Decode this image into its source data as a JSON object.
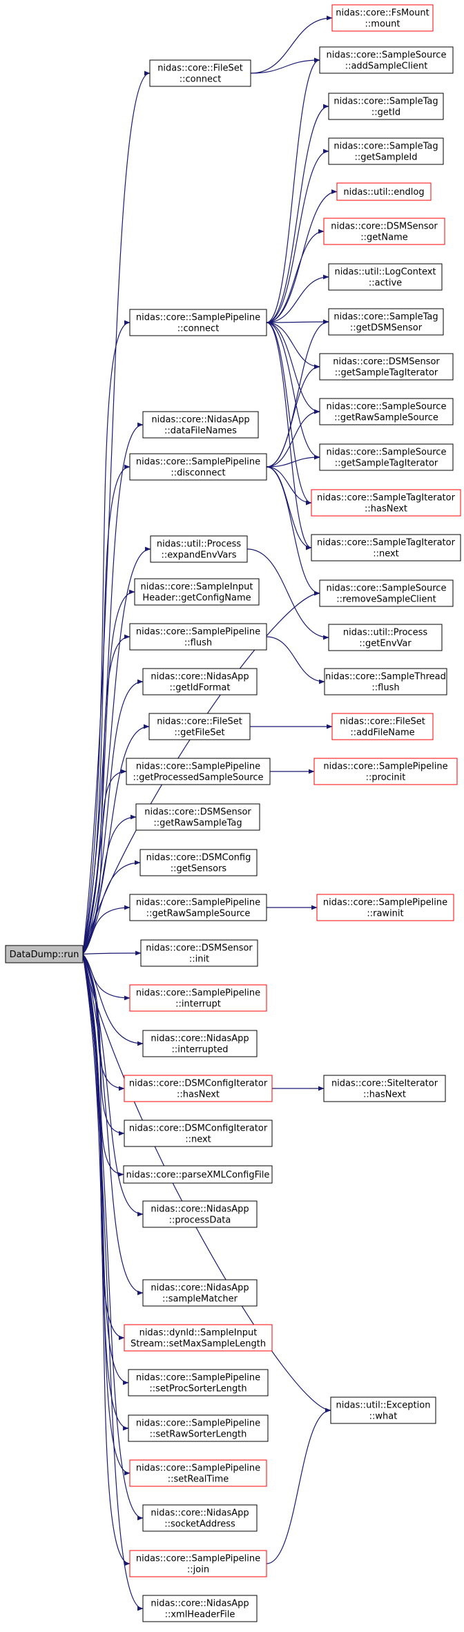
{
  "colors": {
    "edge": "#191970",
    "box_normal": "#000000",
    "box_red": "#ff0000",
    "root_fill": "#bfbfbf"
  },
  "nodes": [
    {
      "id": "root",
      "lines": [
        "DataDump::run"
      ],
      "style": "root"
    },
    {
      "id": "fileset_connect",
      "lines": [
        "nidas::core::FileSet",
        "::connect"
      ],
      "style": "normal"
    },
    {
      "id": "fsmount_mount",
      "lines": [
        "nidas::core::FsMount",
        "::mount"
      ],
      "style": "red"
    },
    {
      "id": "ss_addSampleClient",
      "lines": [
        "nidas::core::SampleSource",
        "::addSampleClient"
      ],
      "style": "normal"
    },
    {
      "id": "st_getId",
      "lines": [
        "nidas::core::SampleTag",
        "::getId"
      ],
      "style": "normal"
    },
    {
      "id": "st_getSampleId",
      "lines": [
        "nidas::core::SampleTag",
        "::getSampleId"
      ],
      "style": "normal"
    },
    {
      "id": "util_endlog",
      "lines": [
        "nidas::util::endlog"
      ],
      "style": "red"
    },
    {
      "id": "dsm_getName",
      "lines": [
        "nidas::core::DSMSensor",
        "::getName"
      ],
      "style": "red"
    },
    {
      "id": "logctx_active",
      "lines": [
        "nidas::util::LogContext",
        "::active"
      ],
      "style": "normal"
    },
    {
      "id": "sp_connect",
      "lines": [
        "nidas::core::SamplePipeline",
        "::connect"
      ],
      "style": "normal"
    },
    {
      "id": "st_getDSMSensor",
      "lines": [
        "nidas::core::SampleTag",
        "::getDSMSensor"
      ],
      "style": "normal"
    },
    {
      "id": "dsm_getSampleTagIterator",
      "lines": [
        "nidas::core::DSMSensor",
        "::getSampleTagIterator"
      ],
      "style": "normal"
    },
    {
      "id": "ss_getRawSampleSource",
      "lines": [
        "nidas::core::SampleSource",
        "::getRawSampleSource"
      ],
      "style": "normal"
    },
    {
      "id": "na_dataFileNames",
      "lines": [
        "nidas::core::NidasApp",
        "::dataFileNames"
      ],
      "style": "normal"
    },
    {
      "id": "ss_getSampleTagIterator",
      "lines": [
        "nidas::core::SampleSource",
        "::getSampleTagIterator"
      ],
      "style": "normal"
    },
    {
      "id": "sp_disconnect",
      "lines": [
        "nidas::core::SamplePipeline",
        "::disconnect"
      ],
      "style": "normal"
    },
    {
      "id": "sti_hasNext",
      "lines": [
        "nidas::core::SampleTagIterator",
        "::hasNext"
      ],
      "style": "red"
    },
    {
      "id": "sti_next",
      "lines": [
        "nidas::core::SampleTagIterator",
        "::next"
      ],
      "style": "normal"
    },
    {
      "id": "proc_expandEnvVars",
      "lines": [
        "nidas::util::Process",
        "::expandEnvVars"
      ],
      "style": "normal"
    },
    {
      "id": "ss_removeSampleClient",
      "lines": [
        "nidas::core::SampleSource",
        "::removeSampleClient"
      ],
      "style": "normal"
    },
    {
      "id": "sih_getConfigName",
      "lines": [
        "nidas::core::SampleInput",
        "Header::getConfigName"
      ],
      "style": "normal"
    },
    {
      "id": "proc_getEnvVar",
      "lines": [
        "nidas::util::Process",
        "::getEnvVar"
      ],
      "style": "normal"
    },
    {
      "id": "sp_flush",
      "lines": [
        "nidas::core::SamplePipeline",
        "::flush"
      ],
      "style": "normal"
    },
    {
      "id": "na_getIdFormat",
      "lines": [
        "nidas::core::NidasApp",
        "::getIdFormat"
      ],
      "style": "normal"
    },
    {
      "id": "sthread_flush",
      "lines": [
        "nidas::core::SampleThread",
        "::flush"
      ],
      "style": "normal"
    },
    {
      "id": "fileset_getFileSet",
      "lines": [
        "nidas::core::FileSet",
        "::getFileSet"
      ],
      "style": "normal"
    },
    {
      "id": "fileset_addFileName",
      "lines": [
        "nidas::core::FileSet",
        "::addFileName"
      ],
      "style": "red"
    },
    {
      "id": "sp_getProcessedSampleSource",
      "lines": [
        "nidas::core::SamplePipeline",
        "::getProcessedSampleSource"
      ],
      "style": "normal"
    },
    {
      "id": "sp_procinit",
      "lines": [
        "nidas::core::SamplePipeline",
        "::procinit"
      ],
      "style": "red"
    },
    {
      "id": "dsm_getRawSampleTag",
      "lines": [
        "nidas::core::DSMSensor",
        "::getRawSampleTag"
      ],
      "style": "normal"
    },
    {
      "id": "dsmconfig_getSensors",
      "lines": [
        "nidas::core::DSMConfig",
        "::getSensors"
      ],
      "style": "normal"
    },
    {
      "id": "sp_getRawSampleSource",
      "lines": [
        "nidas::core::SamplePipeline",
        "::getRawSampleSource"
      ],
      "style": "normal"
    },
    {
      "id": "sp_rawinit",
      "lines": [
        "nidas::core::SamplePipeline",
        "::rawinit"
      ],
      "style": "red"
    },
    {
      "id": "dsm_init",
      "lines": [
        "nidas::core::DSMSensor",
        "::init"
      ],
      "style": "normal"
    },
    {
      "id": "sp_interrupt",
      "lines": [
        "nidas::core::SamplePipeline",
        "::interrupt"
      ],
      "style": "red"
    },
    {
      "id": "na_interrupted",
      "lines": [
        "nidas::core::NidasApp",
        "::interrupted"
      ],
      "style": "normal"
    },
    {
      "id": "dci_hasNext",
      "lines": [
        "nidas::core::DSMConfigIterator",
        "::hasNext"
      ],
      "style": "red"
    },
    {
      "id": "site_hasNext",
      "lines": [
        "nidas::core::SiteIterator",
        "::hasNext"
      ],
      "style": "normal"
    },
    {
      "id": "dci_next",
      "lines": [
        "nidas::core::DSMConfigIterator",
        "::next"
      ],
      "style": "normal"
    },
    {
      "id": "parseXML",
      "lines": [
        "nidas::core::parseXMLConfigFile"
      ],
      "style": "normal"
    },
    {
      "id": "na_processData",
      "lines": [
        "nidas::core::NidasApp",
        "::processData"
      ],
      "style": "normal"
    },
    {
      "id": "na_sampleMatcher",
      "lines": [
        "nidas::core::NidasApp",
        "::sampleMatcher"
      ],
      "style": "normal"
    },
    {
      "id": "sis_setMaxSampleLength",
      "lines": [
        "nidas::dynld::SampleInput",
        "Stream::setMaxSampleLength"
      ],
      "style": "red"
    },
    {
      "id": "sp_setProcSorterLength",
      "lines": [
        "nidas::core::SamplePipeline",
        "::setProcSorterLength"
      ],
      "style": "normal"
    },
    {
      "id": "exc_what",
      "lines": [
        "nidas::util::Exception",
        "::what"
      ],
      "style": "normal"
    },
    {
      "id": "sp_setRawSorterLength",
      "lines": [
        "nidas::core::SamplePipeline",
        "::setRawSorterLength"
      ],
      "style": "normal"
    },
    {
      "id": "sp_setRealTime",
      "lines": [
        "nidas::core::SamplePipeline",
        "::setRealTime"
      ],
      "style": "red"
    },
    {
      "id": "na_socketAddress",
      "lines": [
        "nidas::core::NidasApp",
        "::socketAddress"
      ],
      "style": "normal"
    },
    {
      "id": "sp_join",
      "lines": [
        "nidas::core::SamplePipeline",
        "::join"
      ],
      "style": "red"
    },
    {
      "id": "na_xmlHeaderFile",
      "lines": [
        "nidas::core::NidasApp",
        "::xmlHeaderFile"
      ],
      "style": "normal"
    }
  ],
  "edges": [
    [
      "root",
      "fileset_connect"
    ],
    [
      "root",
      "sp_connect"
    ],
    [
      "root",
      "na_dataFileNames"
    ],
    [
      "root",
      "sp_disconnect"
    ],
    [
      "root",
      "ss_removeSampleClient"
    ],
    [
      "root",
      "proc_expandEnvVars"
    ],
    [
      "root",
      "sih_getConfigName"
    ],
    [
      "root",
      "sp_flush"
    ],
    [
      "root",
      "na_getIdFormat"
    ],
    [
      "root",
      "fileset_getFileSet"
    ],
    [
      "root",
      "sp_getProcessedSampleSource"
    ],
    [
      "root",
      "dsm_getRawSampleTag"
    ],
    [
      "root",
      "dsmconfig_getSensors"
    ],
    [
      "root",
      "sp_getRawSampleSource"
    ],
    [
      "root",
      "dsm_init"
    ],
    [
      "root",
      "sp_interrupt"
    ],
    [
      "root",
      "na_interrupted"
    ],
    [
      "root",
      "dci_hasNext"
    ],
    [
      "root",
      "dci_next"
    ],
    [
      "root",
      "parseXML"
    ],
    [
      "root",
      "na_processData"
    ],
    [
      "root",
      "na_sampleMatcher"
    ],
    [
      "root",
      "sis_setMaxSampleLength"
    ],
    [
      "root",
      "sp_setProcSorterLength"
    ],
    [
      "root",
      "sp_setRawSorterLength"
    ],
    [
      "root",
      "sp_setRealTime"
    ],
    [
      "root",
      "na_socketAddress"
    ],
    [
      "root",
      "sp_join"
    ],
    [
      "root",
      "na_xmlHeaderFile"
    ],
    [
      "root",
      "exc_what"
    ],
    [
      "fileset_connect",
      "fsmount_mount"
    ],
    [
      "fileset_connect",
      "ss_addSampleClient"
    ],
    [
      "sp_connect",
      "ss_addSampleClient"
    ],
    [
      "sp_connect",
      "st_getId"
    ],
    [
      "sp_connect",
      "st_getSampleId"
    ],
    [
      "sp_connect",
      "util_endlog"
    ],
    [
      "sp_connect",
      "dsm_getName"
    ],
    [
      "sp_connect",
      "logctx_active"
    ],
    [
      "sp_connect",
      "st_getDSMSensor"
    ],
    [
      "sp_connect",
      "dsm_getSampleTagIterator"
    ],
    [
      "sp_connect",
      "ss_getRawSampleSource"
    ],
    [
      "sp_connect",
      "ss_getSampleTagIterator"
    ],
    [
      "sp_connect",
      "sti_hasNext"
    ],
    [
      "sp_connect",
      "sti_next"
    ],
    [
      "sp_disconnect",
      "st_getDSMSensor"
    ],
    [
      "sp_disconnect",
      "dsm_getSampleTagIterator"
    ],
    [
      "sp_disconnect",
      "ss_getRawSampleSource"
    ],
    [
      "sp_disconnect",
      "ss_getSampleTagIterator"
    ],
    [
      "sp_disconnect",
      "sti_hasNext"
    ],
    [
      "sp_disconnect",
      "sti_next"
    ],
    [
      "sp_disconnect",
      "ss_removeSampleClient"
    ],
    [
      "proc_expandEnvVars",
      "proc_getEnvVar"
    ],
    [
      "sp_flush",
      "sthread_flush"
    ],
    [
      "fileset_getFileSet",
      "fileset_addFileName"
    ],
    [
      "sp_getProcessedSampleSource",
      "sp_procinit"
    ],
    [
      "sp_getRawSampleSource",
      "sp_rawinit"
    ],
    [
      "dci_hasNext",
      "site_hasNext"
    ],
    [
      "sp_join",
      "exc_what"
    ]
  ]
}
